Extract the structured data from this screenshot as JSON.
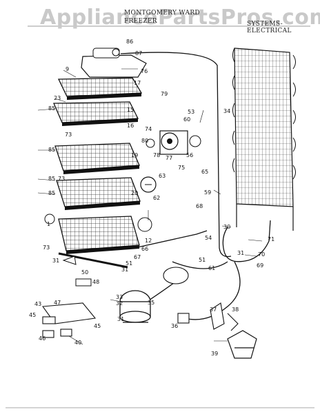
{
  "watermark": "AppliancePartsPros.com",
  "header": {
    "brand": "MONTGOMERY WARD",
    "model": "FREEZER",
    "section": "SYSTEMS-ELECTRICAL"
  },
  "callouts": {
    "c9": "9",
    "c86": "86",
    "c87": "87",
    "c76": "76",
    "c17": "17",
    "c79": "79",
    "c23": "23",
    "c85a": "85",
    "c15": "15",
    "c73a": "73",
    "c16": "16",
    "c53": "53",
    "c60": "60",
    "c34": "34",
    "c74": "74",
    "c80": "80",
    "c77": "77",
    "c78": "78",
    "c56": "56",
    "c75": "75",
    "c65": "65",
    "c85b": "85",
    "c19": "19",
    "c73b": "73",
    "c85c": "85",
    "c63": "63",
    "c85d": "85",
    "c20": "20",
    "c62": "62",
    "c59": "59",
    "c68": "68",
    "c1": "1",
    "c30": "30",
    "c12": "12",
    "c73c": "73",
    "c66": "66",
    "c54": "54",
    "c71": "71",
    "c31a": "31",
    "c67": "67",
    "c51a": "51",
    "c51b": "51",
    "c61": "61",
    "c70": "70",
    "c31b": "31",
    "c31c": "31",
    "c69": "69",
    "c50": "50",
    "c48": "48",
    "c33": "33",
    "c32": "32",
    "c35": "35",
    "c43": "43",
    "c47": "47",
    "c45a": "45",
    "c45b": "45",
    "c31d": "31",
    "c36": "36",
    "c37": "37",
    "c38": "38",
    "c46": "46",
    "c40": "40",
    "c39": "39"
  }
}
